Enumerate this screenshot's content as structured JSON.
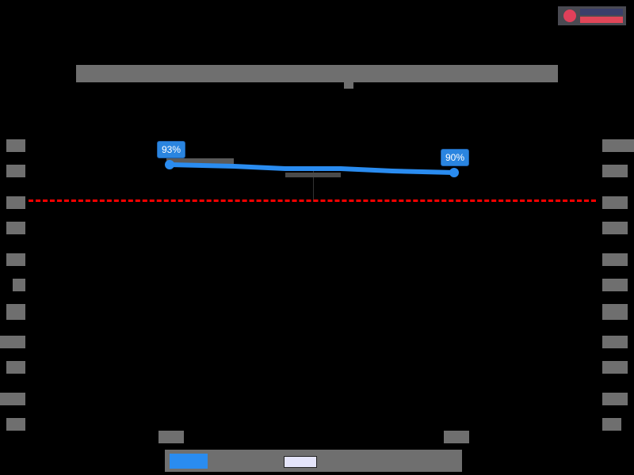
{
  "chart_data": {
    "type": "line",
    "title": "",
    "x": [
      "",
      ""
    ],
    "series": [
      {
        "name": "",
        "values": [
          93,
          90
        ],
        "color": "#2a8cf0",
        "labels": [
          "93%",
          "90%"
        ]
      }
    ],
    "reference_line": {
      "style": "dashed",
      "color": "#ff0000"
    },
    "legend_position": "bottom",
    "note": "Title, axis tick labels, x-axis labels, and legend text are obscured in the image"
  },
  "labels": {
    "first": "93%",
    "last": "90%"
  },
  "colors": {
    "line": "#2a8cf0",
    "reference": "#ff0000",
    "background": "#000000"
  }
}
